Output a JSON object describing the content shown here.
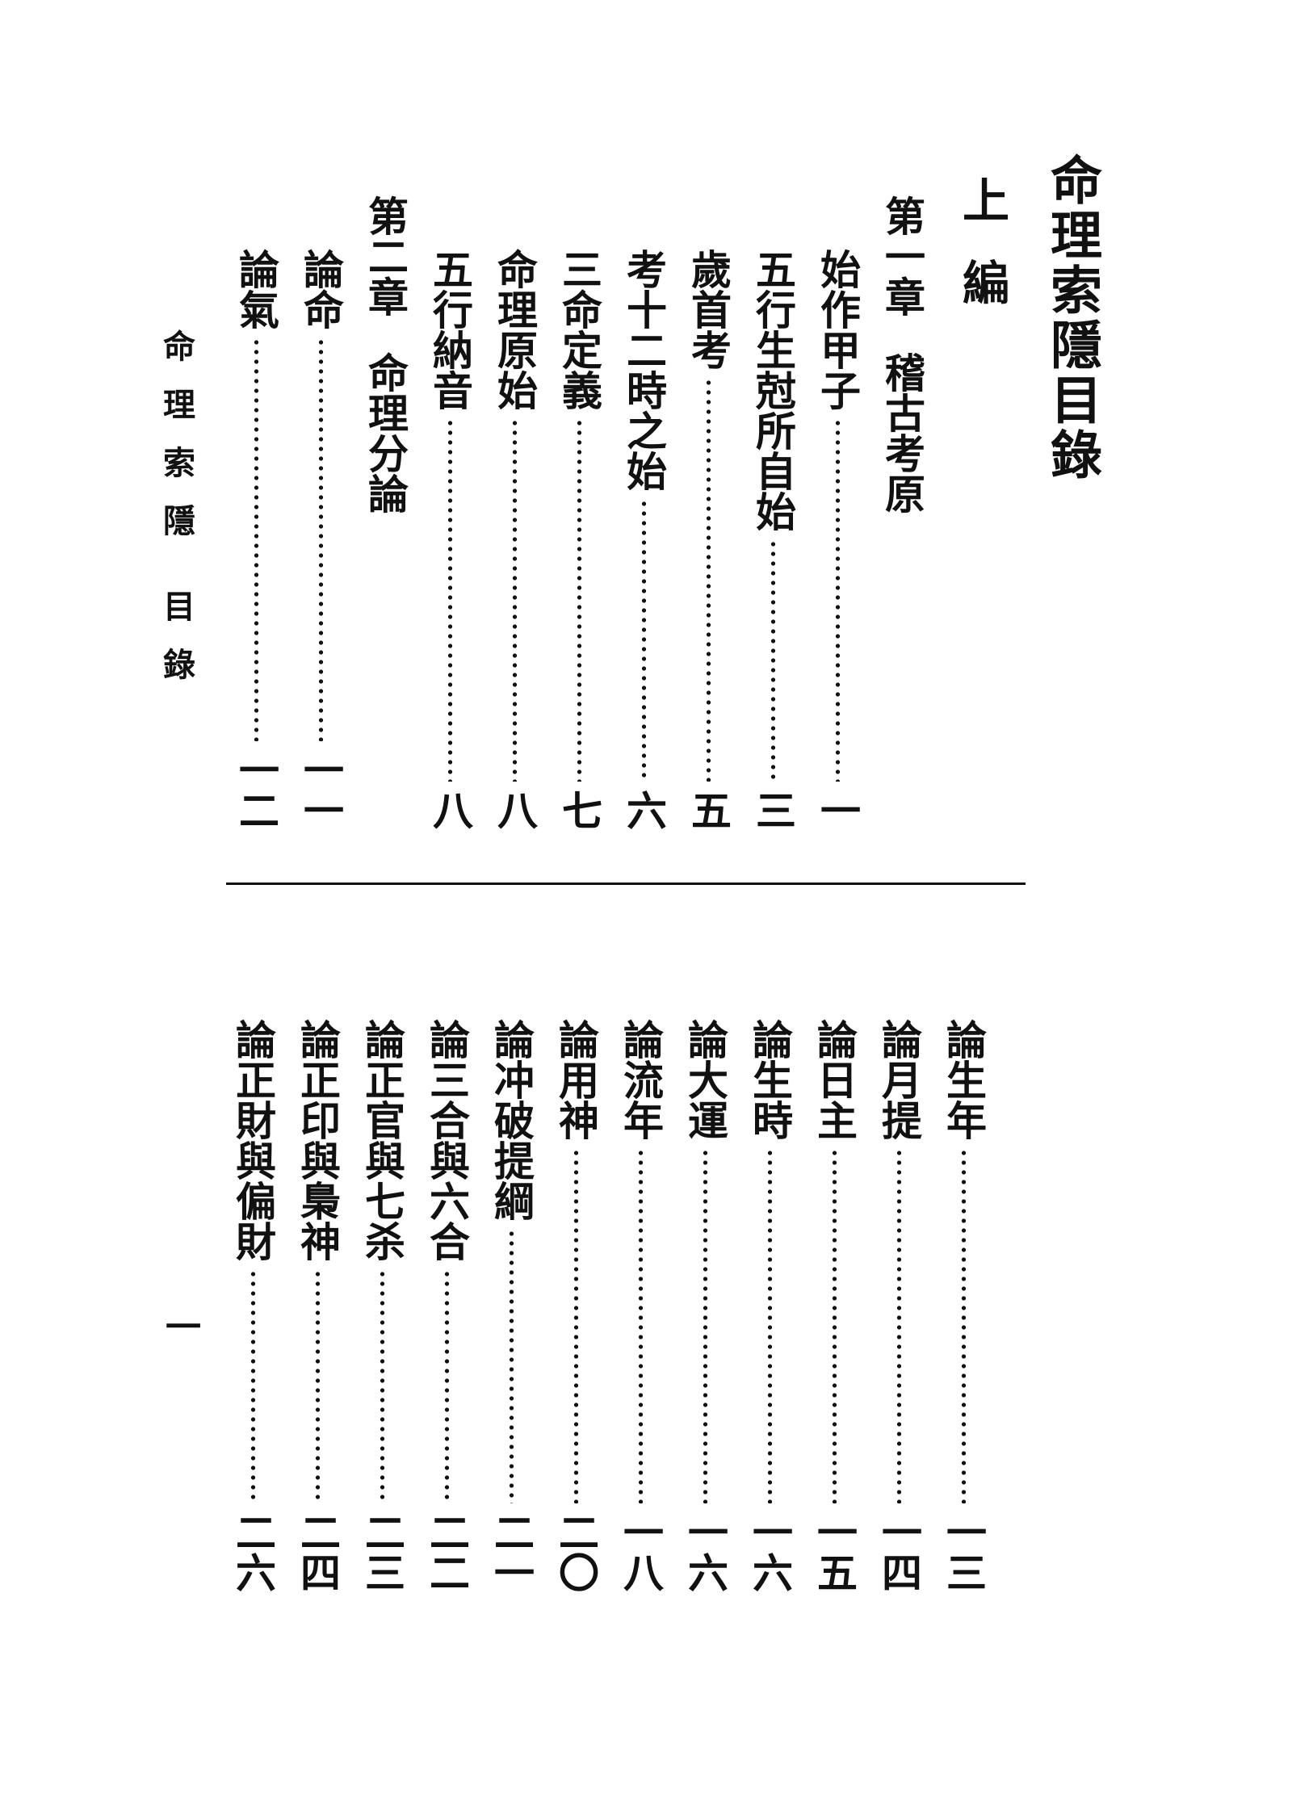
{
  "book_title": "命理索隱目錄",
  "part_title": "上編",
  "chapter1": {
    "number": "第一章",
    "name": "稽古考原"
  },
  "chapter1_entries": [
    {
      "label": "始作甲子",
      "page": "一"
    },
    {
      "label": "五行生尅所自始",
      "page": "三"
    },
    {
      "label": "歲首考",
      "page": "五"
    },
    {
      "label": "考十二時之始",
      "page": "六"
    },
    {
      "label": "三命定義",
      "page": "七"
    },
    {
      "label": "命理原始",
      "page": "八"
    },
    {
      "label": "五行納音",
      "page": "八"
    }
  ],
  "chapter2": {
    "number": "第二章",
    "name": "命理分論"
  },
  "chapter2_entries_top": [
    {
      "label": "論命",
      "page": "一一"
    },
    {
      "label": "論氣",
      "page": "一二"
    }
  ],
  "chapter2_entries_bottom": [
    {
      "label": "論生年",
      "page": "一三"
    },
    {
      "label": "論月提",
      "page": "一四"
    },
    {
      "label": "論日主",
      "page": "一五"
    },
    {
      "label": "論生時",
      "page": "一六"
    },
    {
      "label": "論大運",
      "page": "一六"
    },
    {
      "label": "論流年",
      "page": "一八"
    },
    {
      "label": "論用神",
      "page": "二〇"
    },
    {
      "label": "論冲破提綱",
      "page": "二一"
    },
    {
      "label": "論三合與六合",
      "page": "二二"
    },
    {
      "label": "論正官與七杀",
      "page": "二三"
    },
    {
      "label": "論正印與梟神",
      "page": "二四"
    },
    {
      "label": "論正財與偏財",
      "page": "二六"
    }
  ],
  "running_head": {
    "title": "命理索隱",
    "section": "目錄"
  },
  "folio": "一"
}
